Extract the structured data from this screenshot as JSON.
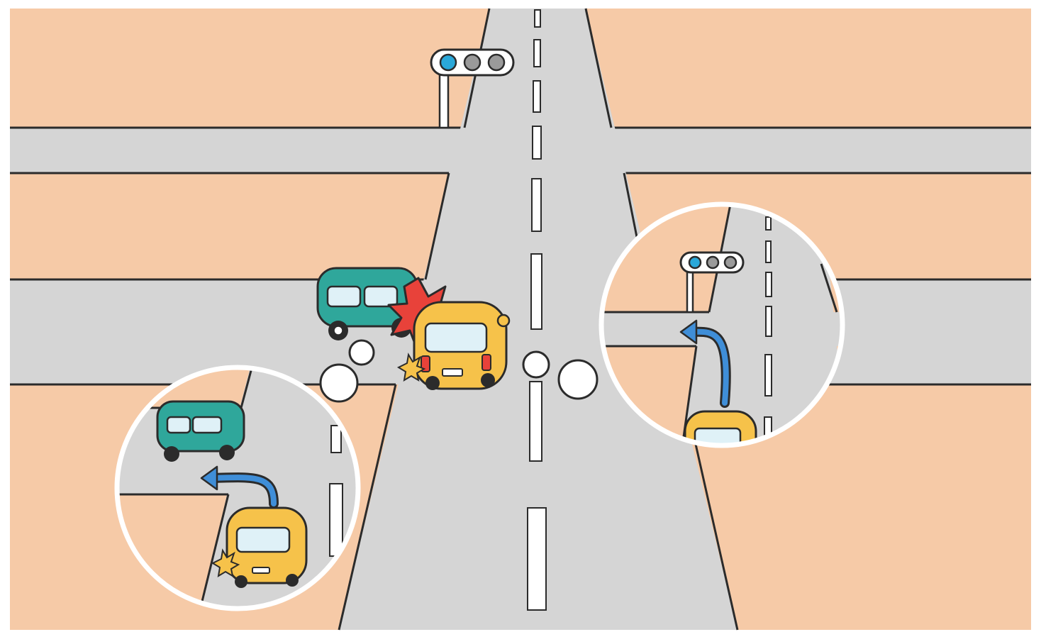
{
  "colors": {
    "ground": "#f6caa7",
    "road": "#d5d5d5",
    "outline": "#2b2b2b",
    "lane_marking": "#ffffff",
    "car_yellow": "#f6c24a",
    "car_teal": "#2fa79b",
    "window": "#dff1f7",
    "collision": "#e8423a",
    "turn_arrow": "#3f8ed8",
    "signal_active": "#2aa8d9",
    "signal_inactive": "#9a9a9a",
    "thought_bubble": "#ffffff"
  },
  "traffic_signal": {
    "active_lamp": "left",
    "active_color_name": "blue",
    "icon": "traffic-light-icon"
  },
  "scene": {
    "collision": true,
    "turn_direction": "left",
    "vehicles": [
      "yellow-car",
      "teal-car"
    ]
  }
}
